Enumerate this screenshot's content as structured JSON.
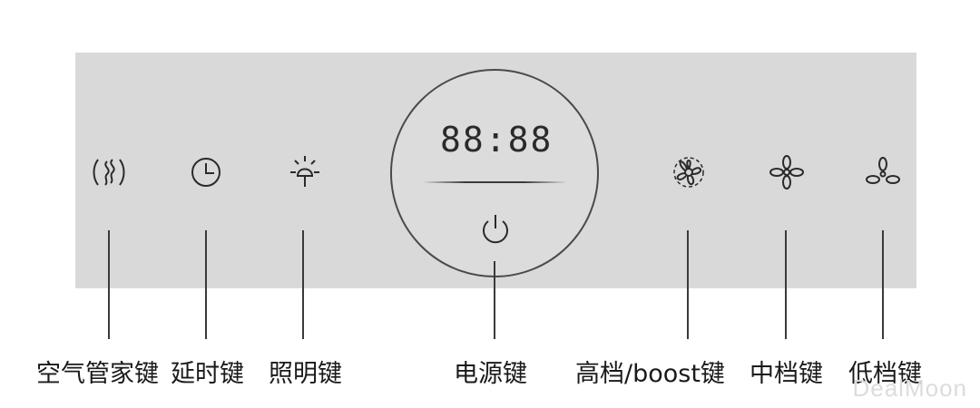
{
  "panel": {
    "display_value": "88:88",
    "background_color": "#d9d9d9"
  },
  "buttons": [
    {
      "id": "air",
      "label": "空气管家键",
      "icon": "air-manager-icon"
    },
    {
      "id": "delay",
      "label": "延时键",
      "icon": "clock-icon"
    },
    {
      "id": "light",
      "label": "照明键",
      "icon": "light-bulb-icon"
    },
    {
      "id": "power",
      "label": "电源键",
      "icon": "power-icon"
    },
    {
      "id": "high",
      "label": "高档/boost键",
      "icon": "fan-high-icon"
    },
    {
      "id": "mid",
      "label": "中档键",
      "icon": "fan-mid-icon"
    },
    {
      "id": "low",
      "label": "低档键",
      "icon": "fan-low-icon"
    }
  ],
  "watermark": "DealMoon"
}
